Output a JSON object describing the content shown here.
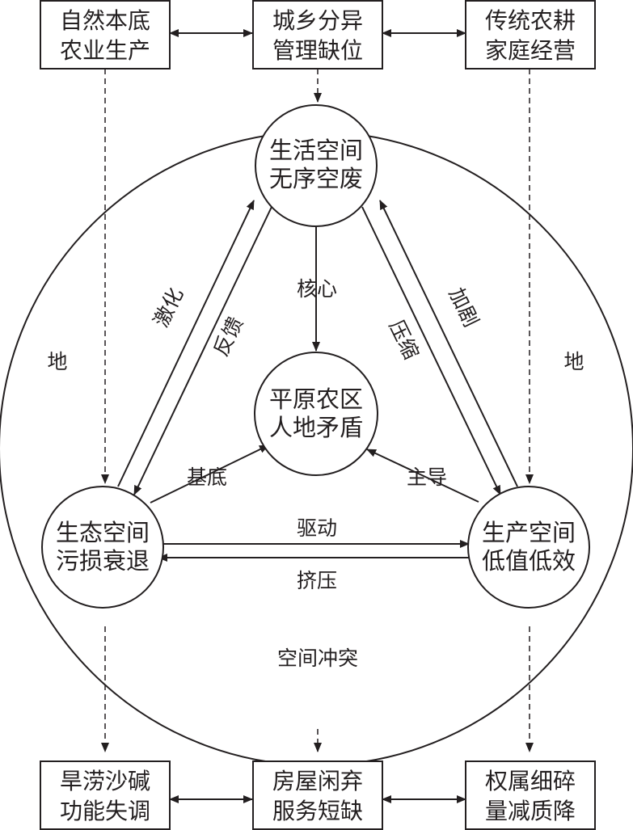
{
  "colors": {
    "ink": "#231f20",
    "background": "#ffffff"
  },
  "top_boxes": [
    {
      "line1": "自然本底",
      "line2": "农业生产"
    },
    {
      "line1": "城乡分异",
      "line2": "管理缺位"
    },
    {
      "line1": "传统农耕",
      "line2": "家庭经营"
    }
  ],
  "bottom_boxes": [
    {
      "line1": "旱涝沙碱",
      "line2": "功能失调"
    },
    {
      "line1": "房屋闲弃",
      "line2": "服务短缺"
    },
    {
      "line1": "权属细碎",
      "line2": "量减质降"
    }
  ],
  "nodes": {
    "living": {
      "line1": "生活空间",
      "line2": "无序空废"
    },
    "center": {
      "line1": "平原农区",
      "line2": "人地矛盾"
    },
    "ecological": {
      "line1": "生态空间",
      "line2": "污损衰退"
    },
    "production": {
      "line1": "生产空间",
      "line2": "低值低效"
    }
  },
  "edge_labels": {
    "core": "核心",
    "intensify": "激化",
    "feedback": "反馈",
    "compress": "压缩",
    "aggravate": "加剧",
    "base": "基底",
    "dominant": "主导",
    "drive": "驱动",
    "squeeze": "挤压"
  },
  "outer": {
    "left_label": "地",
    "right_label": "地",
    "bottom_label": "空间冲突"
  }
}
